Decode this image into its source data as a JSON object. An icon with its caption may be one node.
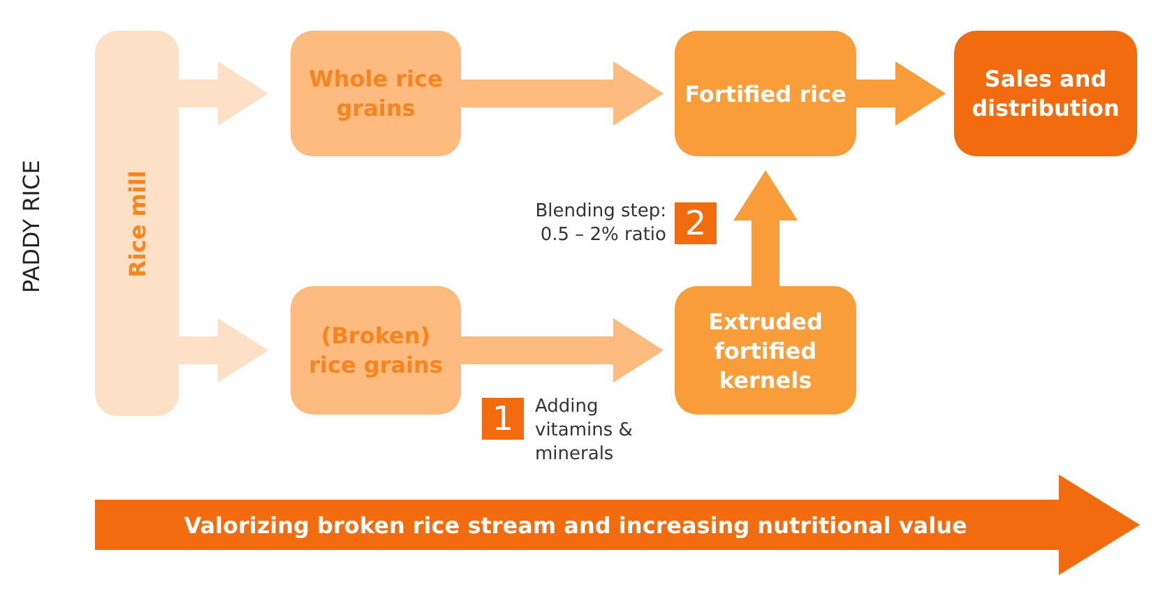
{
  "diagram": {
    "nodes": [
      {
        "text": [
          "Rice mill"
        ]
      },
      {
        "text": [
          "Whole rice grains"
        ]
      },
      {
        "text": [
          "(Broken) rice grains"
        ]
      },
      {
        "text": [
          "Fortified rice"
        ]
      },
      {
        "text": [
          "Extruded fortified kernels"
        ]
      },
      {
        "text": [
          "Sales and distribution"
        ]
      },
      {
        "text": [
          "Valorizing broken rice stream and increasing nutritional value"
        ]
      }
    ],
    "edges": [
      {
        "from": 0,
        "to": 1,
        "arrow": "to",
        "color": "#fde0c5"
      },
      {
        "from": 0,
        "to": 2,
        "arrow": "to",
        "color": "#fde0c5"
      },
      {
        "from": 1,
        "to": 3,
        "arrow": "to"
      },
      {
        "from": 2,
        "to": 4,
        "arrow": "to"
      },
      {
        "from": 4,
        "to": 3,
        "arrow": "to",
        "color": "#f99d3a"
      },
      {
        "from": 3,
        "to": 5,
        "arrow": "to",
        "color": "#f99d3a"
      }
    ],
    "labels": [
      "PADDY RICE",
      "2",
      "Blending step: 0.5 – 2% ratio",
      "1",
      "Adding vitamins & minerals"
    ]
  }
}
